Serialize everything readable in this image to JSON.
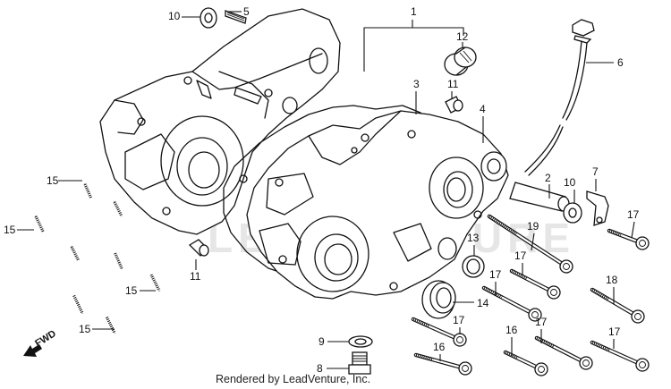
{
  "diagram": {
    "title": "Crankcase exploded parts diagram",
    "watermark": "LEADVENTURE",
    "credit": "Rendered by LeadVenture, Inc.",
    "direction_indicator": "FWD",
    "callouts": [
      {
        "id": "c10a",
        "label": "10",
        "part": "washer"
      },
      {
        "id": "c5",
        "label": "5",
        "part": "cam-chain guide clip"
      },
      {
        "id": "c1",
        "label": "1",
        "part": "crankcase set"
      },
      {
        "id": "c12",
        "label": "12",
        "part": "needle bearing"
      },
      {
        "id": "c6",
        "label": "6",
        "part": "breather tube with cap"
      },
      {
        "id": "c3",
        "label": "3",
        "part": "crankcase gasket"
      },
      {
        "id": "c11a",
        "label": "11",
        "part": "dowel pin"
      },
      {
        "id": "c4",
        "label": "4",
        "part": "right crankcase"
      },
      {
        "id": "c2",
        "label": "2",
        "part": "sleeve"
      },
      {
        "id": "c10b",
        "label": "10",
        "part": "washer"
      },
      {
        "id": "c7",
        "label": "7",
        "part": "clamp bracket"
      },
      {
        "id": "c17a",
        "label": "17",
        "part": "flange bolt"
      },
      {
        "id": "c19",
        "label": "19",
        "part": "long flange bolt"
      },
      {
        "id": "c13",
        "label": "13",
        "part": "oil seal"
      },
      {
        "id": "c17b",
        "label": "17",
        "part": "flange bolt"
      },
      {
        "id": "c17c",
        "label": "17",
        "part": "flange bolt"
      },
      {
        "id": "c18",
        "label": "18",
        "part": "flange bolt"
      },
      {
        "id": "c14",
        "label": "14",
        "part": "oil seal"
      },
      {
        "id": "c17d",
        "label": "17",
        "part": "flange bolt"
      },
      {
        "id": "c16a",
        "label": "16",
        "part": "flange bolt"
      },
      {
        "id": "c16b",
        "label": "16",
        "part": "flange bolt"
      },
      {
        "id": "c17e",
        "label": "17",
        "part": "flange bolt"
      },
      {
        "id": "c17f",
        "label": "17",
        "part": "flange bolt"
      },
      {
        "id": "c9",
        "label": "9",
        "part": "sealing washer"
      },
      {
        "id": "c8",
        "label": "8",
        "part": "drain bolt"
      },
      {
        "id": "c11b",
        "label": "11",
        "part": "dowel pin"
      },
      {
        "id": "c15a",
        "label": "15",
        "part": "stud bolt"
      },
      {
        "id": "c15b",
        "label": "15",
        "part": "stud bolt"
      },
      {
        "id": "c15c",
        "label": "15",
        "part": "stud bolt"
      },
      {
        "id": "c15d",
        "label": "15",
        "part": "stud bolt"
      }
    ]
  }
}
